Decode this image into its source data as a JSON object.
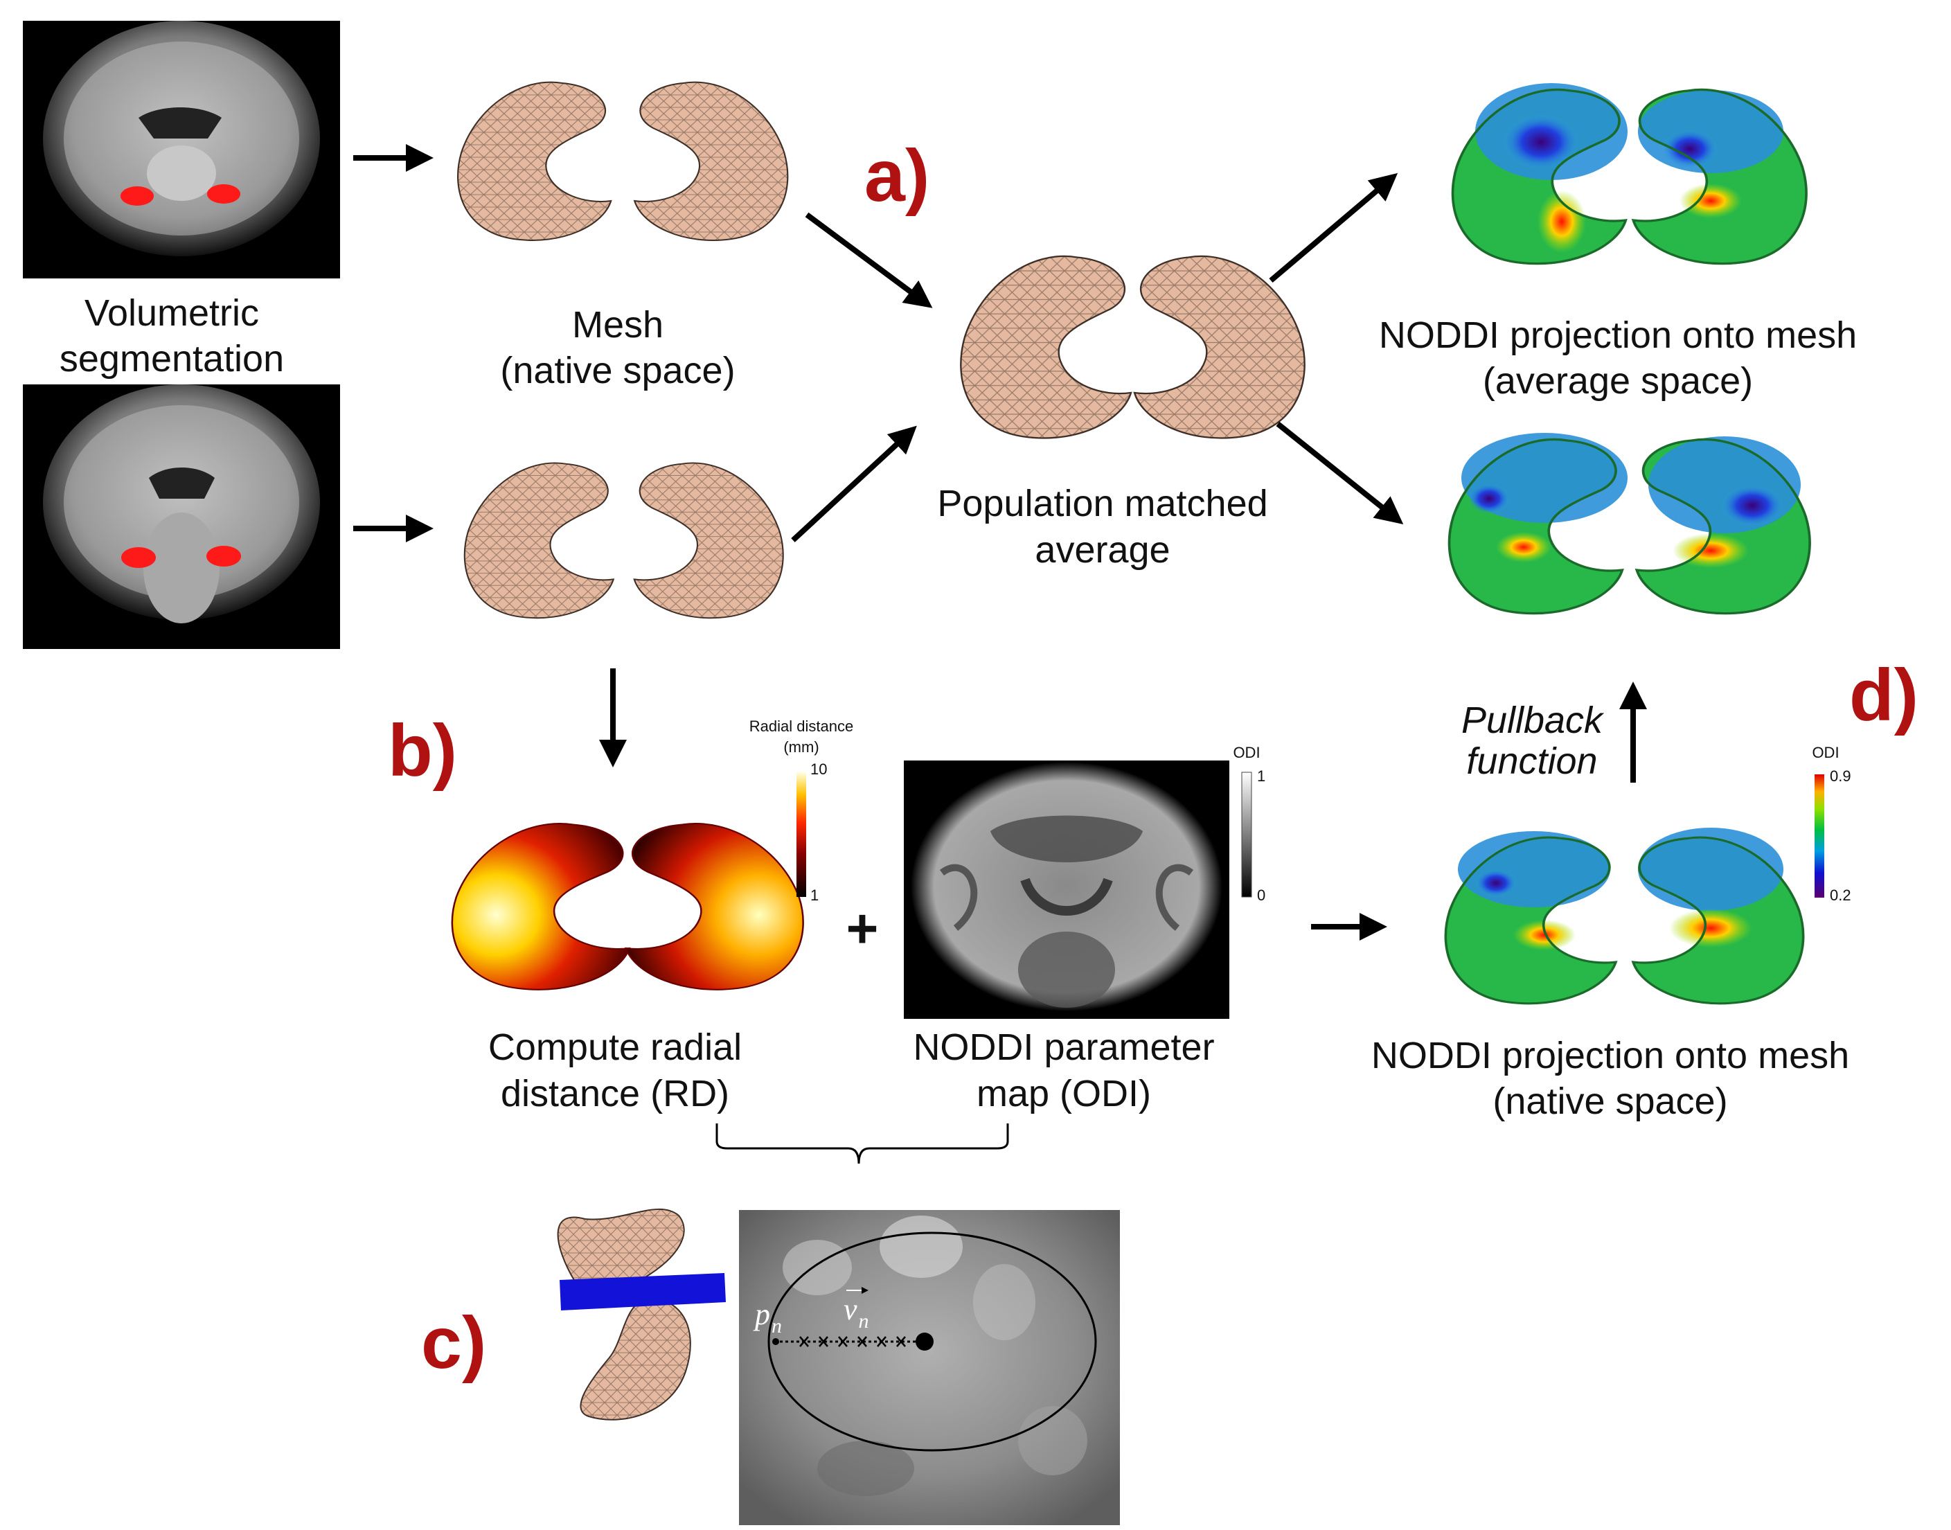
{
  "captions": {
    "volumetric_line1": "Volumetric",
    "volumetric_line2": "segmentation",
    "mesh_line1": "Mesh",
    "mesh_line2": "(native space)",
    "average_line1": "Population matched",
    "average_line2": "average",
    "noddi_avg_line1": "NODDI projection onto mesh",
    "noddi_avg_line2": "(average space)",
    "rd_line1": "Compute radial",
    "rd_line2": "distance (RD)",
    "odi_map_line1": "NODDI parameter",
    "odi_map_line2": "map (ODI)",
    "noddi_native_line1": "NODDI projection onto mesh",
    "noddi_native_line2": "(native space)",
    "pullback_line1": "Pullback",
    "pullback_line2": "function"
  },
  "panel_labels": {
    "a": "a)",
    "b": "b)",
    "c": "c)",
    "d": "d)"
  },
  "plus_sign": "+",
  "colorbars": {
    "radial": {
      "title_line1": "Radial distance",
      "title_line2": "(mm)",
      "max": "10",
      "min": "1"
    },
    "odi_gray": {
      "title": "ODI",
      "max": "1",
      "min": "0"
    },
    "odi_color": {
      "title": "ODI",
      "max": "0.9",
      "min": "0.2"
    }
  },
  "math": {
    "point_label": "p",
    "point_sub": "n",
    "vector_label": "v",
    "vector_sub": "n"
  },
  "colors": {
    "panel_label": "#b01111",
    "mesh_fill": "#e5b99f",
    "mesh_line": "#4a3a32",
    "slice_plane": "#1212d8",
    "segmentation": "#ff1a1a"
  }
}
